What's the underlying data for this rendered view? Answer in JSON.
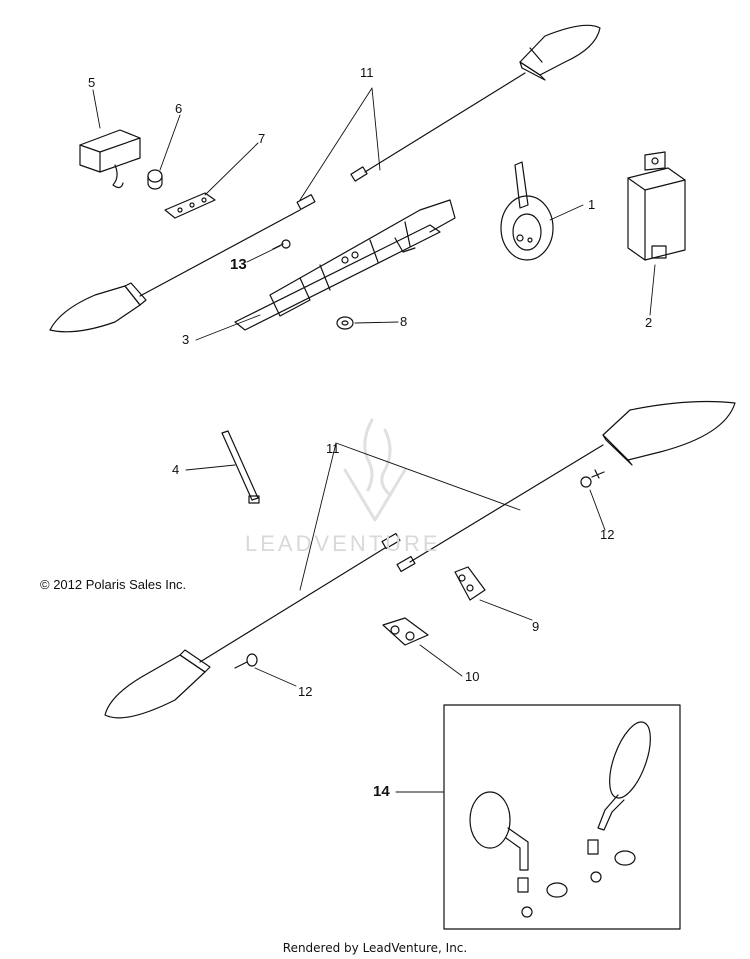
{
  "callouts": {
    "c1": "1",
    "c2": "2",
    "c3": "3",
    "c4": "4",
    "c5": "5",
    "c6": "6",
    "c7": "7",
    "c8": "8",
    "c9": "9",
    "c10": "10",
    "c11a": "11",
    "c11b": "11",
    "c12a": "12",
    "c12b": "12",
    "c13": "13",
    "c14": "14"
  },
  "copyright": "© 2012 Polaris Sales Inc.",
  "watermark": "LEADVENTURE",
  "footer": "Rendered by LeadVenture, Inc."
}
